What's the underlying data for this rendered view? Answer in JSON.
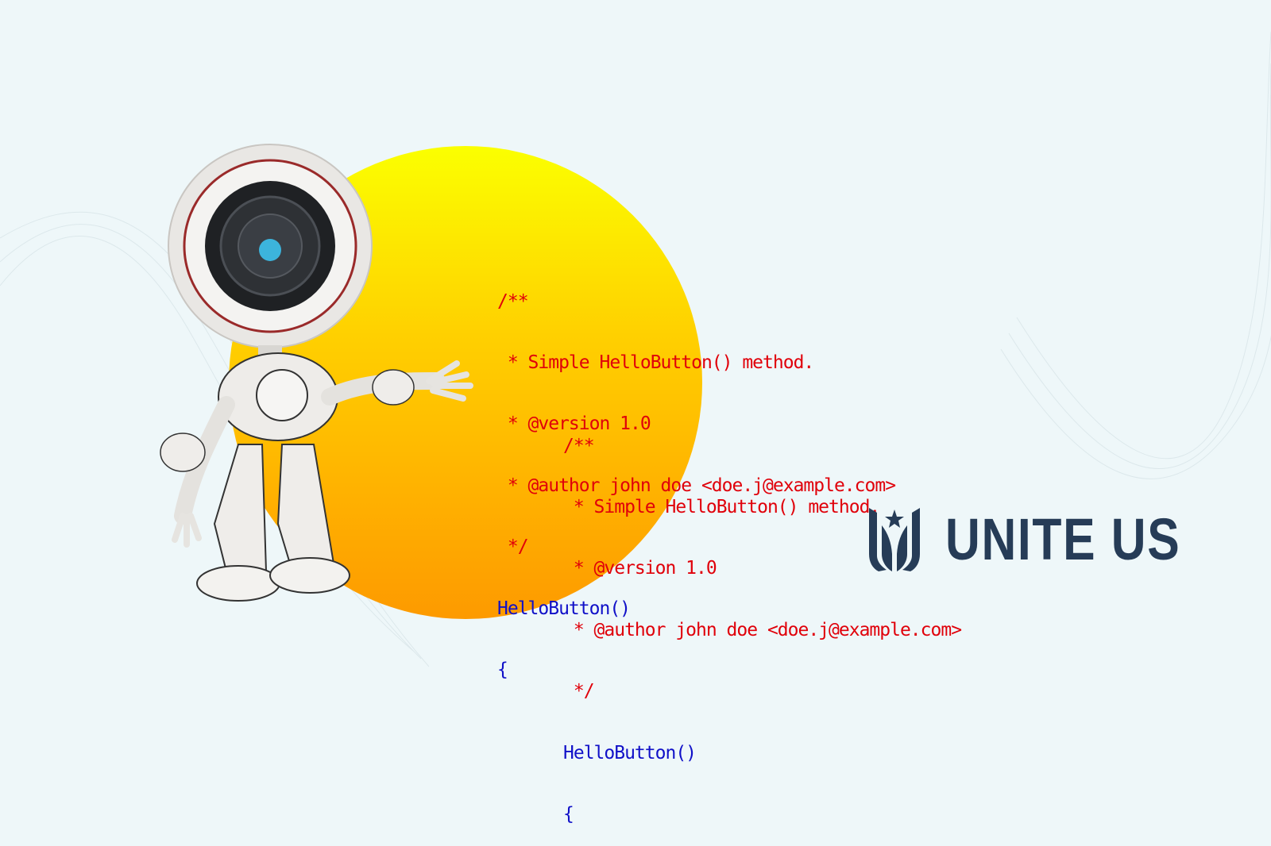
{
  "colors": {
    "background": "#eef7f9",
    "sun_top": "#fbff00",
    "sun_bottom": "#fd9a00",
    "comment": "#e0000a",
    "code": "#1010c8",
    "logo": "#263c57"
  },
  "code_block_outer": {
    "lines": [
      "/**",
      " * Simple HelloButton() method.",
      " * @version 1.0",
      " * @author john doe <doe.j@example.com>",
      " */"
    ],
    "function": "HelloButton()",
    "brace": "{"
  },
  "code_block_inner": {
    "lines": [
      "/**",
      " * Simple HelloButton() method.",
      " * @version 1.0",
      " * @author john doe <doe.j@example.com>",
      " */"
    ],
    "function": "HelloButton()",
    "brace": "{"
  },
  "logo": {
    "text": "UNITE US",
    "icon": "unite-us-star-emblem-icon"
  },
  "illustration": {
    "icon": "robot-camera-head-icon"
  }
}
